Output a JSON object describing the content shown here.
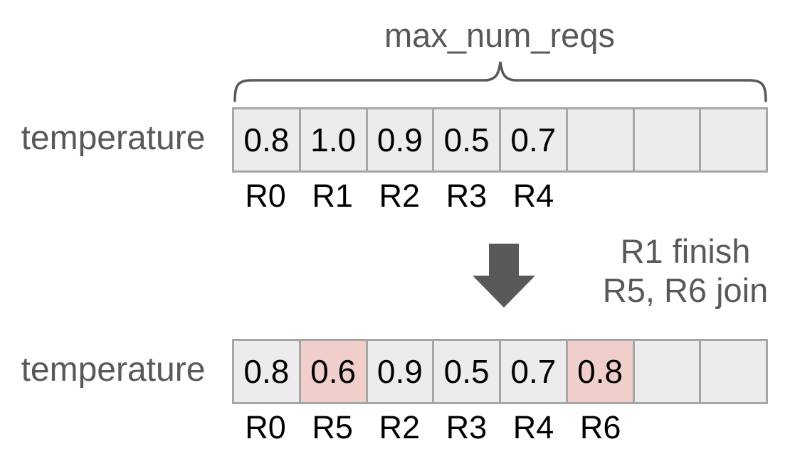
{
  "colors": {
    "muted_text": "#595959",
    "cell_fill": "#ececec",
    "cell_fill_highlight": "#f0cfca",
    "cell_border": "#a6a6a6",
    "value_text": "#000000"
  },
  "brace_label": "max_num_reqs",
  "transition": {
    "line1": "R1 finish",
    "line2": "R5, R6 join"
  },
  "arrays": [
    {
      "name": "temperature",
      "cells": [
        {
          "value": "0.8",
          "label": "R0",
          "highlight": false
        },
        {
          "value": "1.0",
          "label": "R1",
          "highlight": false
        },
        {
          "value": "0.9",
          "label": "R2",
          "highlight": false
        },
        {
          "value": "0.5",
          "label": "R3",
          "highlight": false
        },
        {
          "value": "0.7",
          "label": "R4",
          "highlight": false
        },
        {
          "value": "",
          "label": "",
          "highlight": false
        },
        {
          "value": "",
          "label": "",
          "highlight": false
        },
        {
          "value": "",
          "label": "",
          "highlight": false
        }
      ]
    },
    {
      "name": "temperature",
      "cells": [
        {
          "value": "0.8",
          "label": "R0",
          "highlight": false
        },
        {
          "value": "0.6",
          "label": "R5",
          "highlight": true
        },
        {
          "value": "0.9",
          "label": "R2",
          "highlight": false
        },
        {
          "value": "0.5",
          "label": "R3",
          "highlight": false
        },
        {
          "value": "0.7",
          "label": "R4",
          "highlight": false
        },
        {
          "value": "0.8",
          "label": "R6",
          "highlight": true
        },
        {
          "value": "",
          "label": "",
          "highlight": false
        },
        {
          "value": "",
          "label": "",
          "highlight": false
        }
      ]
    }
  ]
}
